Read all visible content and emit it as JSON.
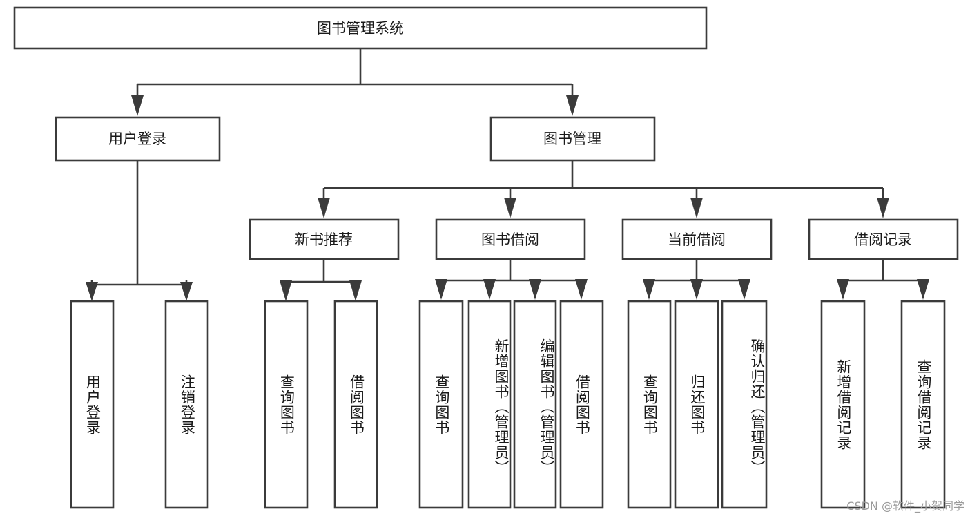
{
  "diagram": {
    "title": "图书管理系统",
    "type": "tree",
    "colors": {
      "box_stroke": "#3b3b3b",
      "box_fill": "#ffffff",
      "text": "#1a1a1a",
      "background": "#ffffff",
      "watermark": "#9b9b9b"
    },
    "nodes": {
      "root": {
        "label": "图书管理系统"
      },
      "level1": [
        {
          "label": "用户登录"
        },
        {
          "label": "图书管理"
        }
      ],
      "level2": [
        {
          "label": "新书推荐"
        },
        {
          "label": "图书借阅"
        },
        {
          "label": "当前借阅"
        },
        {
          "label": "借阅记录"
        }
      ],
      "leaves": {
        "user_login": [
          {
            "label": "用户登录"
          },
          {
            "label": "注销登录"
          }
        ],
        "new_book_recommend": [
          {
            "label": "查询图书"
          },
          {
            "label": "借阅图书"
          }
        ],
        "book_borrow": [
          {
            "label": "查询图书"
          },
          {
            "label": "新增图书（管理员）"
          },
          {
            "label": "编辑图书（管理员）"
          },
          {
            "label": "借阅图书"
          }
        ],
        "current_borrow": [
          {
            "label": "查询图书"
          },
          {
            "label": "归还图书"
          },
          {
            "label": "确认归还（管理员）"
          }
        ],
        "borrow_record": [
          {
            "label": "新增借阅记录"
          },
          {
            "label": "查询借阅记录"
          }
        ]
      }
    },
    "watermark": "CSDN @软件_小贺同学"
  }
}
